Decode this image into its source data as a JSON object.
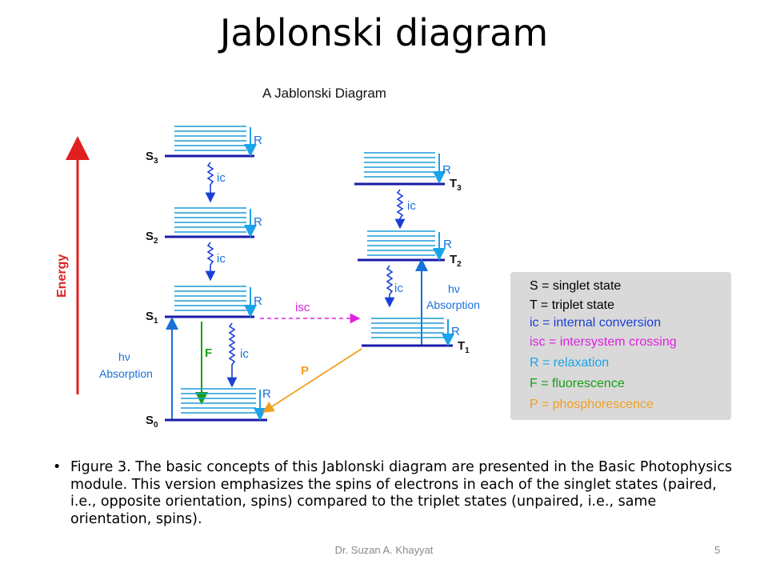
{
  "slide": {
    "title": "Jablonski diagram",
    "caption": "Figure 3. The basic concepts of this Jablonski diagram are presented in the Basic Photophysics module. This version emphasizes the spins of electrons in each of the singlet states (paired, i.e., opposite orientation, spins) compared to the triplet states (unpaired, i.e., same orientation, spins).",
    "footer_author": "Dr. Suzan A. Khayyat",
    "page_number": "5"
  },
  "diagram": {
    "title": "A Jablonski Diagram",
    "energy_label": "Energy",
    "states": {
      "s3": "S",
      "s3_sub": "3",
      "s2": "S",
      "s2_sub": "2",
      "s1": "S",
      "s1_sub": "1",
      "s0": "S",
      "s0_sub": "0",
      "t3": "T",
      "t3_sub": "3",
      "t2": "T",
      "t2_sub": "2",
      "t1": "T",
      "t1_sub": "1"
    },
    "labels": {
      "R": "R",
      "ic": "ic",
      "isc": "isc",
      "F": "F",
      "P": "P",
      "hv": "hν",
      "absorption": "Absorption"
    },
    "legend": [
      {
        "text": "S = singlet state",
        "color": "#000000"
      },
      {
        "text": "T = triplet state",
        "color": "#000000"
      },
      {
        "text": "ic = internal conversion",
        "color": "#1a3fd6"
      },
      {
        "text": "isc = intersystem crossing",
        "color": "#e020e0"
      },
      {
        "text": "R = relaxation",
        "color": "#1aa3e8"
      },
      {
        "text": "F = fluorescence",
        "color": "#16a016"
      },
      {
        "text": "P = phosphorescence",
        "color": "#f0a020"
      }
    ],
    "colors": {
      "level": "#1a1aa8",
      "vib": "#1a9cd8",
      "energy": "#e02020",
      "ic": "#1a3fd6",
      "isc": "#e020e0",
      "relax": "#1aa3e8",
      "fluor": "#16a016",
      "phos": "#f0a020",
      "absorb": "#1a6fd8"
    }
  }
}
